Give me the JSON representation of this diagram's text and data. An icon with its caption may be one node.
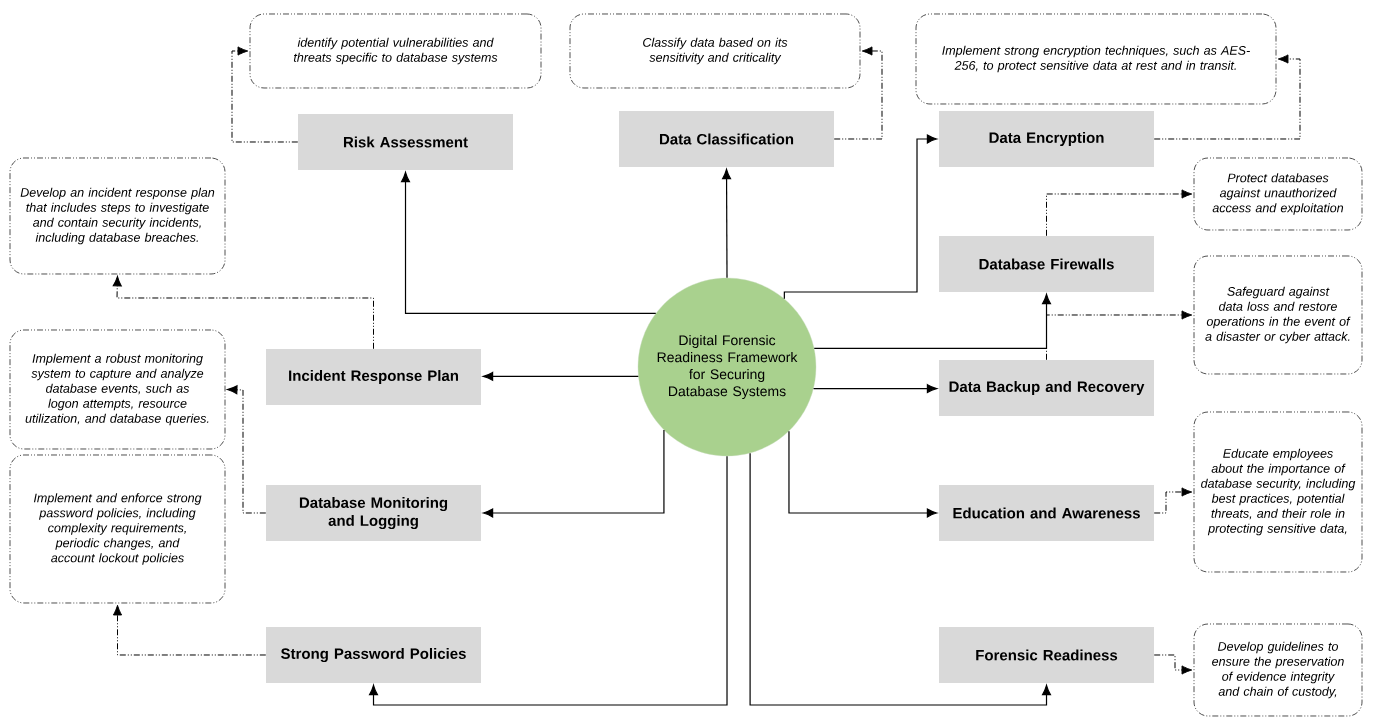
{
  "diagram": {
    "nodes": [
      {
        "text": [
          "Digital Forensic Readiness Framework for Securing Database Systems"
        ]
      },
      {
        "text": [
          "Risk Assessment"
        ]
      },
      {
        "text": [
          "Data Classification"
        ]
      },
      {
        "text": [
          "Data Encryption"
        ]
      },
      {
        "text": [
          "Database Firewalls"
        ]
      },
      {
        "text": [
          "Data Backup and Recovery"
        ]
      },
      {
        "text": [
          "Education and Awareness"
        ]
      },
      {
        "text": [
          "Forensic Readiness"
        ]
      },
      {
        "text": [
          "Incident Response Plan"
        ]
      },
      {
        "text": [
          "Database Monitoring and Logging"
        ]
      },
      {
        "text": [
          "Strong Password Policies"
        ]
      },
      {
        "text": [
          "identify potential vulnerabilities and threats specific to database systems"
        ]
      },
      {
        "text": [
          "Classify data based on its sensitivity and criticality"
        ]
      },
      {
        "text": [
          "Implement strong encryption techniques, such as AES-256, to protect sensitive data at rest and in transit."
        ]
      },
      {
        "text": [
          "Protect databases against unauthorized access and exploitation"
        ]
      },
      {
        "text": [
          "Safeguard against data loss and restore operations in the event of a disaster or cyber attack."
        ]
      },
      {
        "text": [
          "Educate employees about the importance of database security, including best practices, potential threats, and their role in protecting sensitive data,"
        ]
      },
      {
        "text": [
          "Develop guidelines to ensure the preservation of evidence integrity and chain of custody,"
        ]
      },
      {
        "text": [
          "Develop an incident response plan that includes steps to investigate and contain security incidents, including database breaches."
        ]
      },
      {
        "text": [
          "Implement a robust monitoring system to capture and analyze database events, such as logon attempts, resource utilization, and database queries."
        ]
      },
      {
        "text": [
          "Implement and enforce strong password policies, including complexity requirements, periodic changes, and account lockout policies"
        ]
      }
    ],
    "edges": [
      {
        "from": 0,
        "to": 1,
        "arrow": "to"
      },
      {
        "from": 0,
        "to": 2,
        "arrow": "to"
      },
      {
        "from": 0,
        "to": 3,
        "arrow": "to"
      },
      {
        "from": 0,
        "to": 4,
        "arrow": "to"
      },
      {
        "from": 0,
        "to": 5,
        "arrow": "to"
      },
      {
        "from": 0,
        "to": 6,
        "arrow": "to"
      },
      {
        "from": 0,
        "to": 7,
        "arrow": "to"
      },
      {
        "from": 0,
        "to": 8,
        "arrow": "to"
      },
      {
        "from": 0,
        "to": 9,
        "arrow": "to"
      },
      {
        "from": 0,
        "to": 10,
        "arrow": "to"
      },
      {
        "from": 1,
        "to": 11,
        "arrow": "to",
        "style": "dashed"
      },
      {
        "from": 2,
        "to": 12,
        "arrow": "to",
        "style": "dashed"
      },
      {
        "from": 3,
        "to": 13,
        "arrow": "to",
        "style": "dashed"
      },
      {
        "from": 4,
        "to": 14,
        "arrow": "to",
        "style": "dashed"
      },
      {
        "from": 5,
        "to": 15,
        "arrow": "to",
        "style": "dashed"
      },
      {
        "from": 6,
        "to": 16,
        "arrow": "to",
        "style": "dashed"
      },
      {
        "from": 7,
        "to": 17,
        "arrow": "to",
        "style": "dashed"
      },
      {
        "from": 8,
        "to": 18,
        "arrow": "to",
        "style": "dashed"
      },
      {
        "from": 9,
        "to": 19,
        "arrow": "to",
        "style": "dashed"
      },
      {
        "from": 10,
        "to": 20,
        "arrow": "to",
        "style": "dashed"
      }
    ]
  }
}
